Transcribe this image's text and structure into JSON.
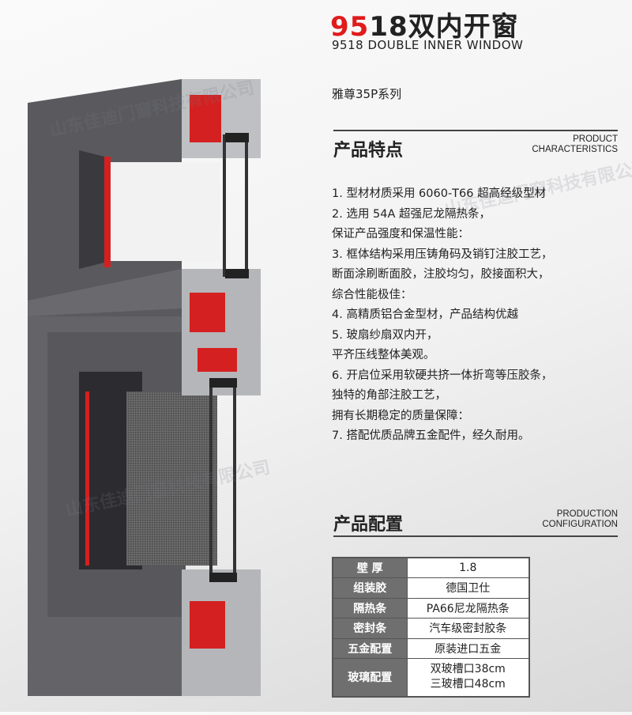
{
  "header": {
    "title_red": "95",
    "title_rest": "18双内开窗",
    "subtitle": "9518 DOUBLE INNER WINDOW",
    "series": "雅尊35P系列"
  },
  "characteristics": {
    "title": "产品特点",
    "en_line1": "PRODUCT",
    "en_line2": "CHARACTERISTICS",
    "items": [
      "1. 型材材质采用 6060-T66 超高经级型材",
      "2. 选用 54A 超强尼龙隔热条，",
      "保证产品强度和保温性能：",
      "3. 框体结构采用压铸角码及销钉注胶工艺，",
      "断面涂刷断面胶，注胶均匀，胶接面积大，",
      "综合性能极佳：",
      "4. 高精质铝合金型材，产品结构优越",
      "5. 玻扇纱扇双内开，",
      "平齐压线整体美观。",
      "6. 开启位采用软硬共挤一体折弯等压胶条，",
      "独特的角部注胶工艺，",
      "拥有长期稳定的质量保障：",
      "7. 搭配优质品牌五金配件，经久耐用。"
    ]
  },
  "configuration": {
    "title": "产品配置",
    "en_line1": "PRODUCTION",
    "en_line2": "CONFIGURATION",
    "rows": [
      {
        "k": "壁 厚",
        "v": "1.8"
      },
      {
        "k": "组装胶",
        "v": "德国卫仕"
      },
      {
        "k": "隔热条",
        "v": "PA66尼龙隔热条"
      },
      {
        "k": "密封条",
        "v": "汽车级密封胶条"
      },
      {
        "k": "五金配置",
        "v": "原装进口五金"
      },
      {
        "k": "玻璃配置",
        "v": "双玻槽口38cm",
        "v2": "三玻槽口48cm"
      }
    ]
  },
  "watermark": "山东佳迪门窗科技有限公司"
}
